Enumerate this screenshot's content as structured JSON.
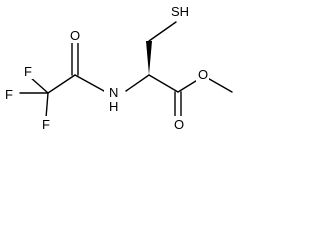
{
  "molecule": {
    "atoms": {
      "f_top": "F",
      "f_left": "F",
      "f_bottom": "F",
      "o_carbonyl_left": "O",
      "n_amide": "N",
      "h_amide": "H",
      "s_thiol": "SH",
      "o_ester": "O",
      "o_carbonyl_right": "O"
    }
  }
}
